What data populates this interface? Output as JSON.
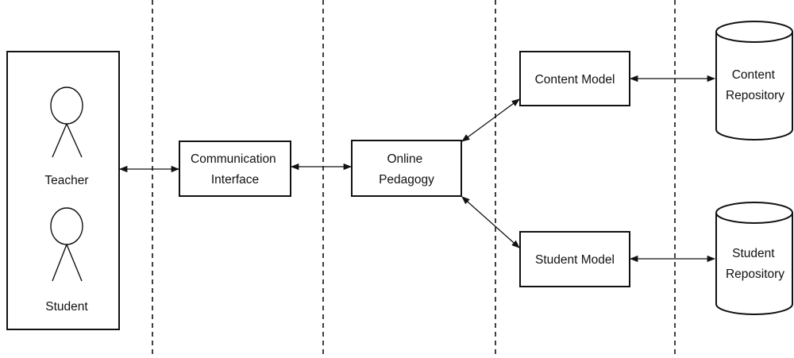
{
  "actors": {
    "teacher_label": "Teacher",
    "student_label": "Student"
  },
  "nodes": {
    "communication_interface": [
      "Communication",
      "Interface"
    ],
    "online_pedagogy": [
      "Online",
      "Pedagogy"
    ],
    "content_model": "Content Model",
    "student_model": "Student Model",
    "content_repository": [
      "Content",
      "Repository"
    ],
    "student_repository": [
      "Student",
      "Repository"
    ]
  },
  "connections": [
    {
      "from": "actors",
      "to": "communication_interface",
      "direction": "bidirectional"
    },
    {
      "from": "communication_interface",
      "to": "online_pedagogy",
      "direction": "bidirectional"
    },
    {
      "from": "online_pedagogy",
      "to": "content_model",
      "direction": "bidirectional"
    },
    {
      "from": "online_pedagogy",
      "to": "student_model",
      "direction": "bidirectional"
    },
    {
      "from": "content_model",
      "to": "content_repository",
      "direction": "bidirectional"
    },
    {
      "from": "student_model",
      "to": "student_repository",
      "direction": "bidirectional"
    }
  ]
}
